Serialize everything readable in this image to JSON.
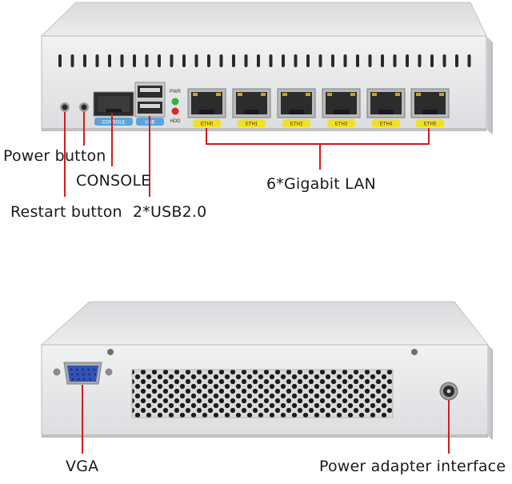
{
  "callouts": {
    "power_button": "Power button",
    "console": "CONSOLE",
    "restart_button": "Restart button",
    "usb": "2*USB2.0",
    "lan": "6*Gigabit LAN",
    "vga": "VGA",
    "power_adapter": "Power adapter interface"
  },
  "front_panel": {
    "console_tag": "CONSOLE",
    "usb_tag": "USB",
    "led_pwr": "PWR",
    "led_hdd": "HDD",
    "eth_ports": [
      "ETH0",
      "ETH1",
      "ETH2",
      "ETH3",
      "ETH4",
      "ETH5"
    ]
  },
  "colors": {
    "callout_line": "#d11d1d",
    "chassis": "#e8e9ea",
    "console_tag": "#5aa3dd",
    "eth_tag": "#f0e028",
    "led_pwr": "#2fb33a",
    "led_hdd": "#d9282a"
  }
}
